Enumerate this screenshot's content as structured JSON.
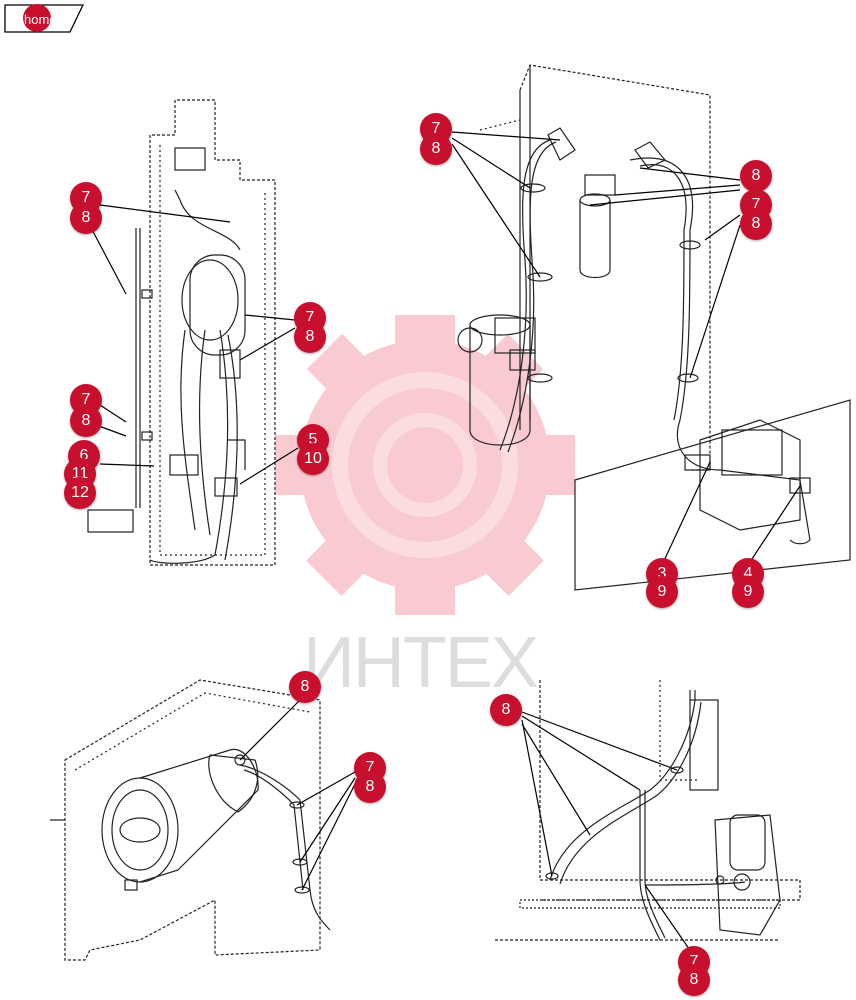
{
  "home": {
    "label": "home"
  },
  "watermark": {
    "text": "ИНТЕХ"
  },
  "callouts": [
    {
      "id": "c1",
      "label": "7"
    },
    {
      "id": "c2",
      "label": "8"
    },
    {
      "id": "c3",
      "label": "7"
    },
    {
      "id": "c4",
      "label": "8"
    },
    {
      "id": "c5",
      "label": "7"
    },
    {
      "id": "c6",
      "label": "8"
    },
    {
      "id": "c7",
      "label": "6"
    },
    {
      "id": "c8",
      "label": "11"
    },
    {
      "id": "c9",
      "label": "12"
    },
    {
      "id": "c10",
      "label": "5"
    },
    {
      "id": "c11",
      "label": "10"
    },
    {
      "id": "c12",
      "label": "7"
    },
    {
      "id": "c13",
      "label": "8"
    },
    {
      "id": "c14",
      "label": "8"
    },
    {
      "id": "c15",
      "label": "7"
    },
    {
      "id": "c16",
      "label": "8"
    },
    {
      "id": "c17",
      "label": "3"
    },
    {
      "id": "c18",
      "label": "9"
    },
    {
      "id": "c19",
      "label": "4"
    },
    {
      "id": "c20",
      "label": "9"
    },
    {
      "id": "c21",
      "label": "8"
    },
    {
      "id": "c22",
      "label": "7"
    },
    {
      "id": "c23",
      "label": "8"
    },
    {
      "id": "c24",
      "label": "8"
    },
    {
      "id": "c25",
      "label": "7"
    },
    {
      "id": "c26",
      "label": "8"
    }
  ]
}
